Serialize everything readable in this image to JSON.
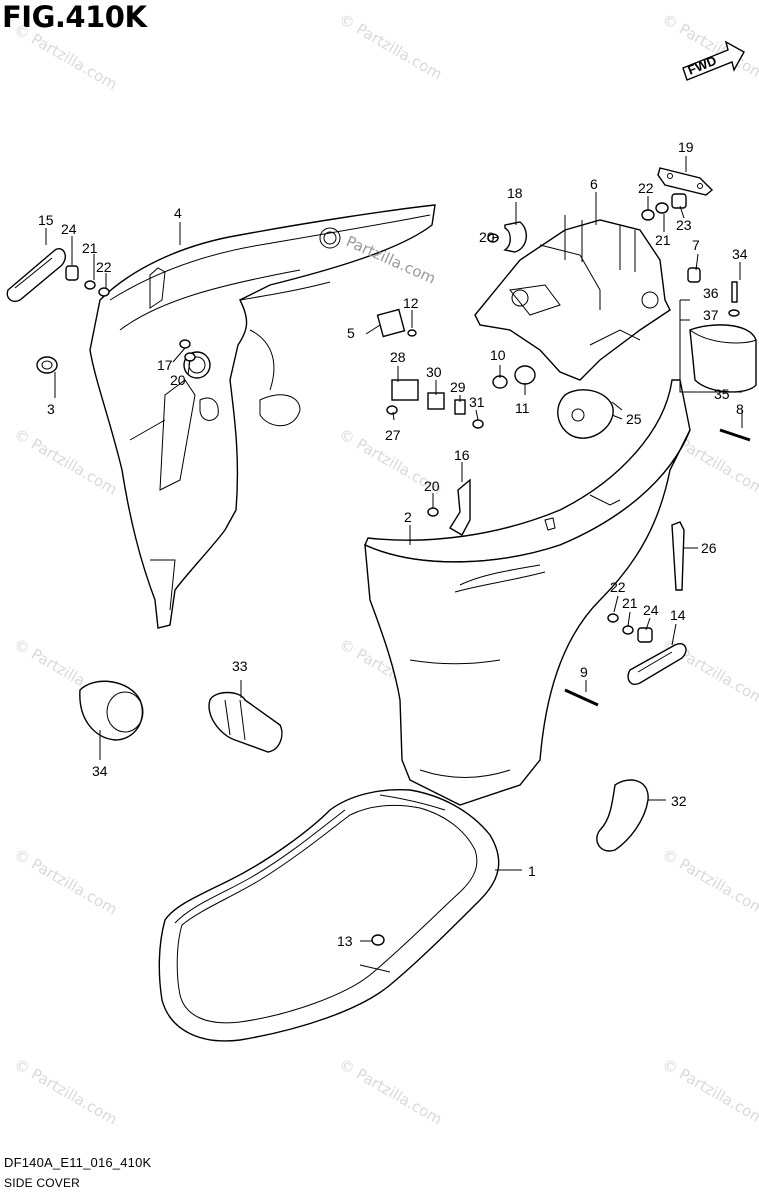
{
  "figure": {
    "title": "FIG.410K",
    "code": "DF140A_E11_016_410K",
    "name": "SIDE COVER",
    "direction_badge": "FWD",
    "watermark": "© Partzilla.com",
    "inline_watermark": "Partzilla.com"
  },
  "callouts": [
    "1",
    "2",
    "3",
    "4",
    "5",
    "6",
    "7",
    "8",
    "9",
    "10",
    "11",
    "12",
    "13",
    "14",
    "15",
    "16",
    "17",
    "18",
    "19",
    "20",
    "20",
    "20",
    "21",
    "21",
    "21",
    "22",
    "22",
    "22",
    "23",
    "24",
    "24",
    "25",
    "26",
    "27",
    "28",
    "29",
    "30",
    "31",
    "32",
    "33",
    "34",
    "34",
    "35",
    "36",
    "37"
  ],
  "colors": {
    "line": "#000000",
    "background": "#ffffff",
    "watermark": "#d9d9d9"
  }
}
